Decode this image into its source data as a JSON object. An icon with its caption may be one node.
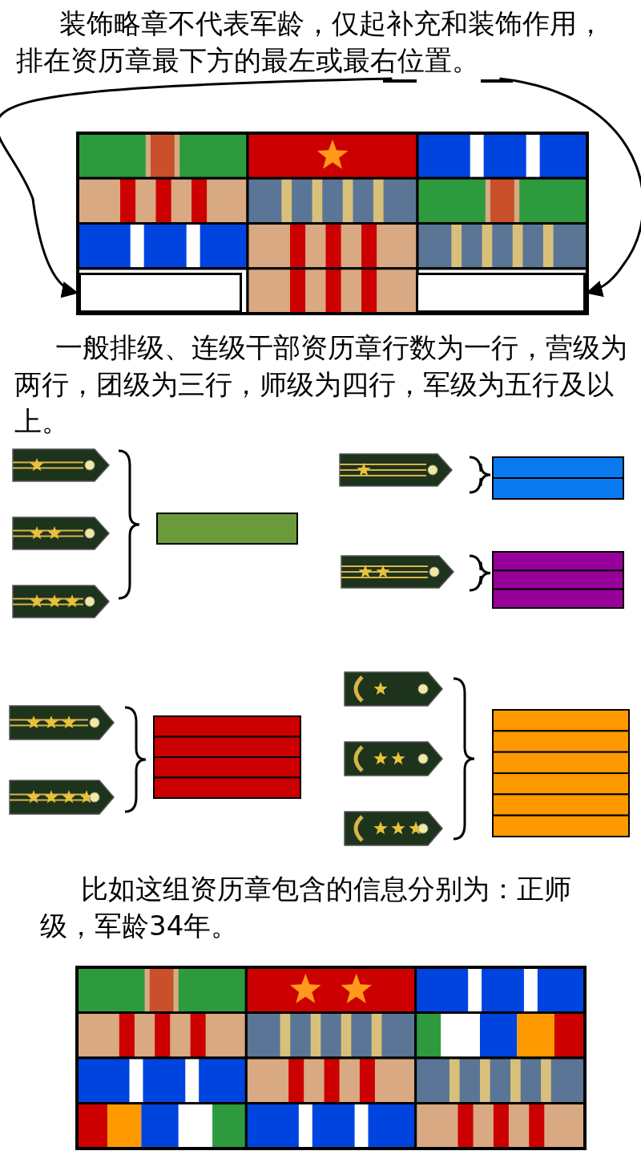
{
  "diagram": {
    "nodes": [
      {
        "text": [
          "装饰略章不代表军龄，仅起补充和装饰作用，排在资历章最下方的最左或最右位置。"
        ]
      },
      {
        "text": [],
        "shape": "box"
      },
      {
        "text": [],
        "shape": "box"
      }
    ],
    "edges": [
      {
        "from": 0,
        "to": 1,
        "arrow": "to"
      },
      {
        "from": 0,
        "to": 2,
        "arrow": "to"
      }
    ],
    "labels": [
      "一般排级、连级干部资历章行数为一行，营级为两行，团级为三行，师级为四行，军级为五行及以上。",
      "比如这组资历章包含的信息分别为：正师级，军龄34年。"
    ]
  }
}
